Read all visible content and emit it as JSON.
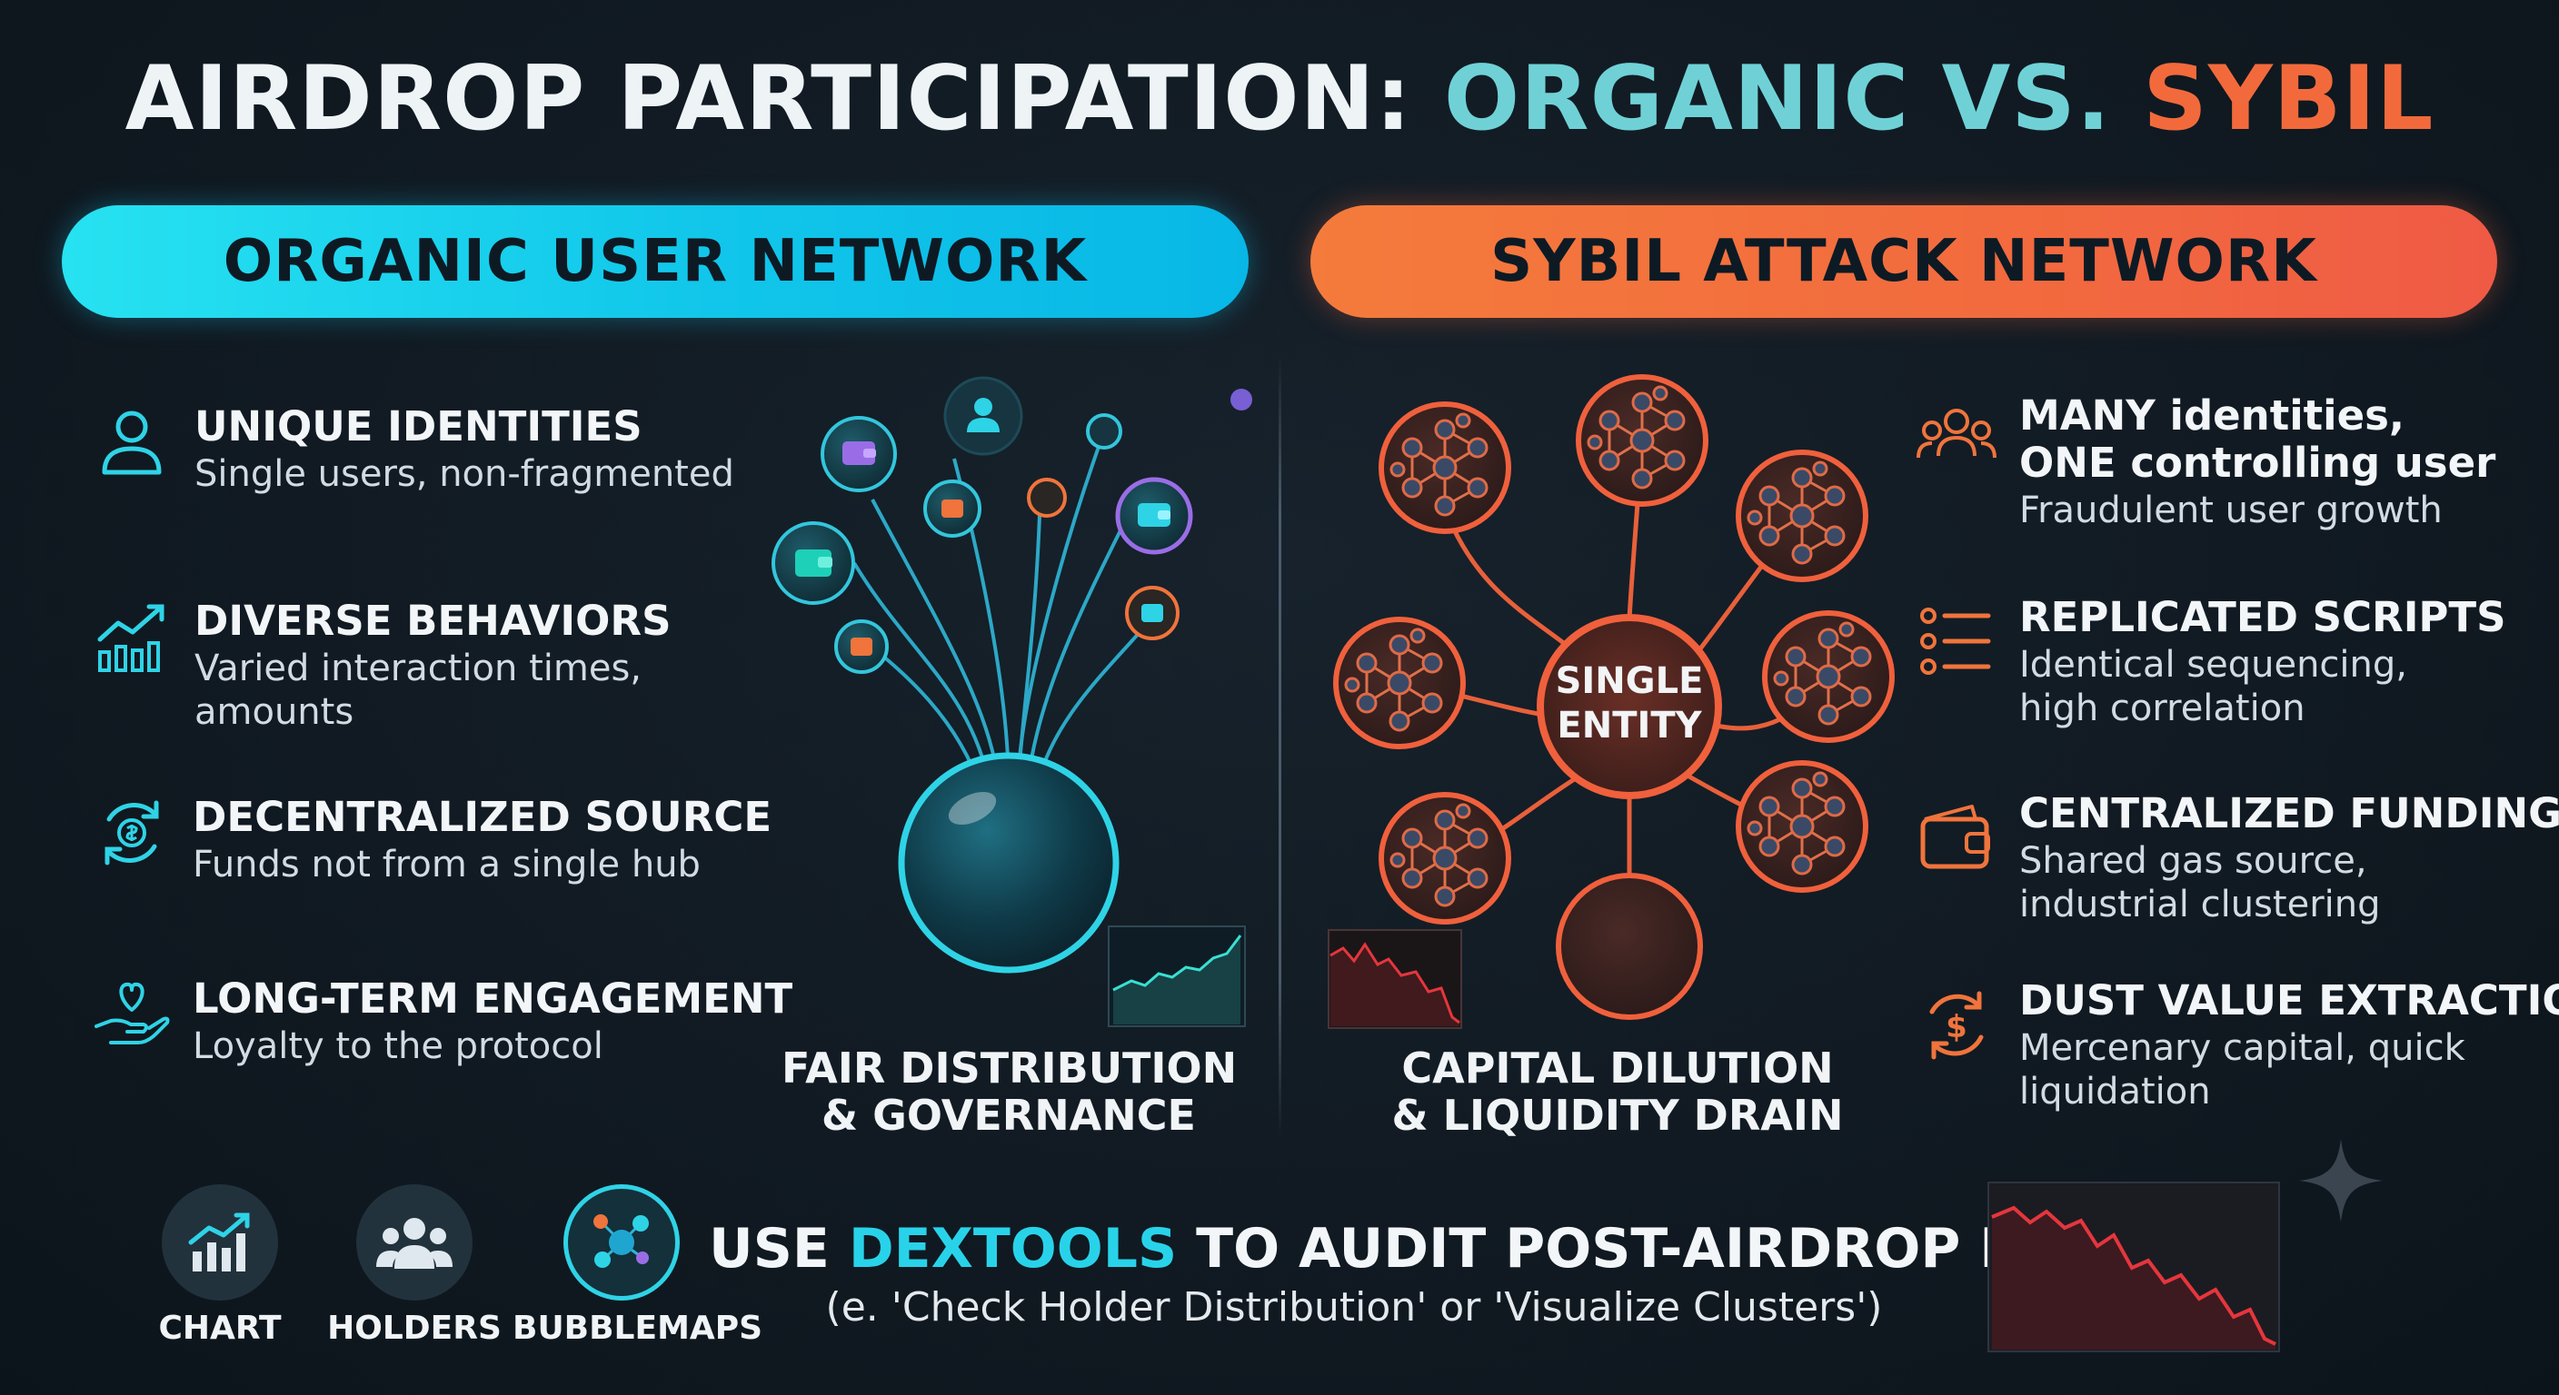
{
  "title": {
    "part1": "AIRDROP PARTICIPATION: ",
    "part2": "ORGANIC VS. ",
    "part3": "SYBIL"
  },
  "colors": {
    "organic": "#18cfe8",
    "sybil": "#f26a3c",
    "background": "#111a22",
    "text": "#eef3f6"
  },
  "organic": {
    "header": "ORGANIC USER NETWORK",
    "features": [
      {
        "icon": "user-icon",
        "title": "UNIQUE IDENTITIES",
        "lines": [
          "Single users, non-fragmented"
        ]
      },
      {
        "icon": "bar-chart-trend-icon",
        "title": "DIVERSE BEHAVIORS",
        "lines": [
          "Varied interaction times,",
          "amounts"
        ]
      },
      {
        "icon": "decentralized-cycle-icon",
        "title": "DECENTRALIZED SOURCE",
        "lines": [
          "Funds not from a single hub"
        ]
      },
      {
        "icon": "heart-hand-icon",
        "title": "LONG-TERM ENGAGEMENT",
        "lines": [
          "Loyalty to the protocol"
        ]
      }
    ],
    "diagram_label": [
      "FAIR DISTRIBUTION",
      "& GOVERNANCE"
    ]
  },
  "sybil": {
    "header": "SYBIL ATTACK NETWORK",
    "hub_label": [
      "SINGLE",
      "ENTITY"
    ],
    "features": [
      {
        "icon": "user-group-icon",
        "title_lines": [
          "MANY identities,",
          "ONE controlling user"
        ],
        "lines": [
          "Fraudulent user growth"
        ]
      },
      {
        "icon": "list-icon",
        "title_lines": [
          "REPLICATED SCRIPTS"
        ],
        "lines": [
          "Identical sequencing,",
          "high correlation"
        ]
      },
      {
        "icon": "wallet-icon",
        "title_lines": [
          "CENTRALIZED FUNDING"
        ],
        "lines": [
          "Shared gas source,",
          "industrial clustering"
        ]
      },
      {
        "icon": "dollar-cycle-icon",
        "title_lines": [
          "DUST VALUE EXTRACTION"
        ],
        "lines": [
          "Mercenary capital, quick",
          "liquidation"
        ]
      }
    ],
    "diagram_label": [
      "CAPITAL DILUTION",
      "& LIQUIDITY DRAIN"
    ]
  },
  "tools": [
    {
      "icon": "chart-icon",
      "label": "CHART"
    },
    {
      "icon": "holders-icon",
      "label": "HOLDERS"
    },
    {
      "icon": "bubblemaps-icon",
      "label": "BUBBLEMAPS"
    }
  ],
  "cta": {
    "prefix": "USE ",
    "highlight": "DEXTOOLS",
    "suffix": " TO AUDIT POST-AIRDROP RISK",
    "sub": "(e. 'Check Holder Distribution' or 'Visualize Clusters')"
  }
}
